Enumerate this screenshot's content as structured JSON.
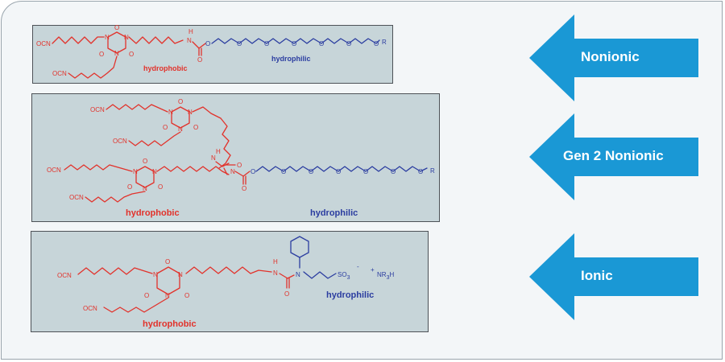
{
  "structures": {
    "nonionic": {
      "hydrophobic": "hydrophobic",
      "hydrophilic": "hydrophilic",
      "end_group": "OCN",
      "atom_o": "O",
      "atom_n": "N",
      "atom_h": "H",
      "atom_r": "R"
    },
    "gen2": {
      "hydrophobic": "hydrophobic",
      "hydrophilic": "hydrophilic",
      "end_group": "OCN",
      "atom_o": "O",
      "atom_n": "N",
      "atom_h": "H",
      "atom_r": "R"
    },
    "ionic": {
      "hydrophobic": "hydrophobic",
      "hydrophilic": "hydrophilic",
      "end_group": "OCN",
      "atom_o": "O",
      "atom_n": "N",
      "atom_h": "H",
      "sulfonate": "SO",
      "sulfonate_sub": "3",
      "minus": "-",
      "plus": "+",
      "counterion": "NR",
      "counterion_sub": "3",
      "counterion_h": "H"
    }
  },
  "arrows": {
    "items": [
      {
        "label": "Nonionic"
      },
      {
        "label": "Gen 2 Nonionic"
      },
      {
        "label": "Ionic"
      }
    ],
    "color": "#1a98d5"
  },
  "colors": {
    "hydrophobic": "#e2322b",
    "hydrophilic": "#2b3da0",
    "panel": "#c7d5d9",
    "background": "#f3f6f8"
  }
}
